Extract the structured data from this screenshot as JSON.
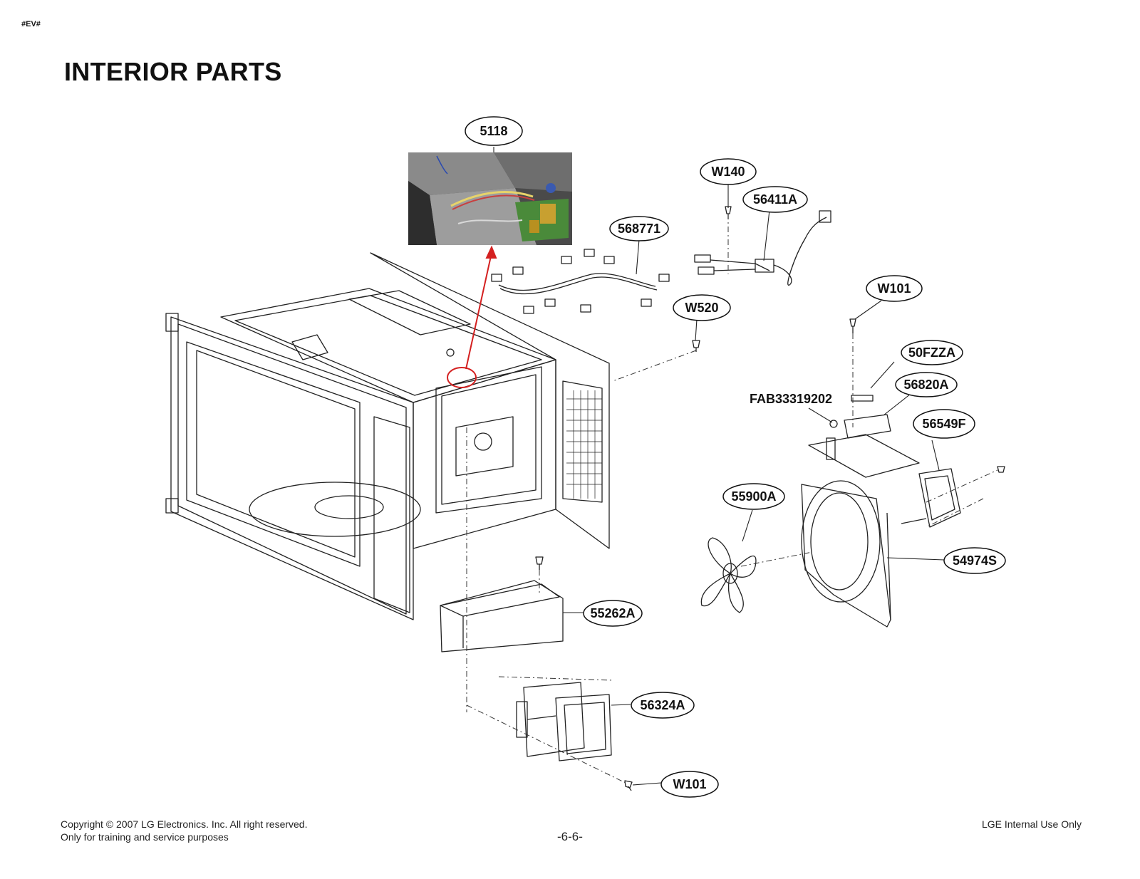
{
  "header": {
    "tag": "#EV#",
    "title": "INTERIOR PARTS"
  },
  "callouts": [
    {
      "id": "5118",
      "label": "5118"
    },
    {
      "id": "W140",
      "label": "W140"
    },
    {
      "id": "56411A",
      "label": "56411A"
    },
    {
      "id": "568771",
      "label": "568771"
    },
    {
      "id": "W101-top",
      "label": "W101"
    },
    {
      "id": "W520",
      "label": "W520"
    },
    {
      "id": "50FZZA",
      "label": "50FZZA"
    },
    {
      "id": "56820A",
      "label": "56820A"
    },
    {
      "id": "FAB33319202",
      "label": "FAB33319202"
    },
    {
      "id": "56549F",
      "label": "56549F"
    },
    {
      "id": "55900A",
      "label": "55900A"
    },
    {
      "id": "54974S",
      "label": "54974S"
    },
    {
      "id": "55262A",
      "label": "55262A"
    },
    {
      "id": "56324A",
      "label": "56324A"
    },
    {
      "id": "W101-bottom",
      "label": "W101"
    }
  ],
  "footer": {
    "copyright": "Copyright © 2007 LG Electronics. Inc. All right reserved.",
    "training": "Only for training and service purposes",
    "page": "-6-6-",
    "internal": "LGE Internal Use Only"
  },
  "colors": {
    "callout_arrow": "#d42020",
    "line": "#222222"
  }
}
